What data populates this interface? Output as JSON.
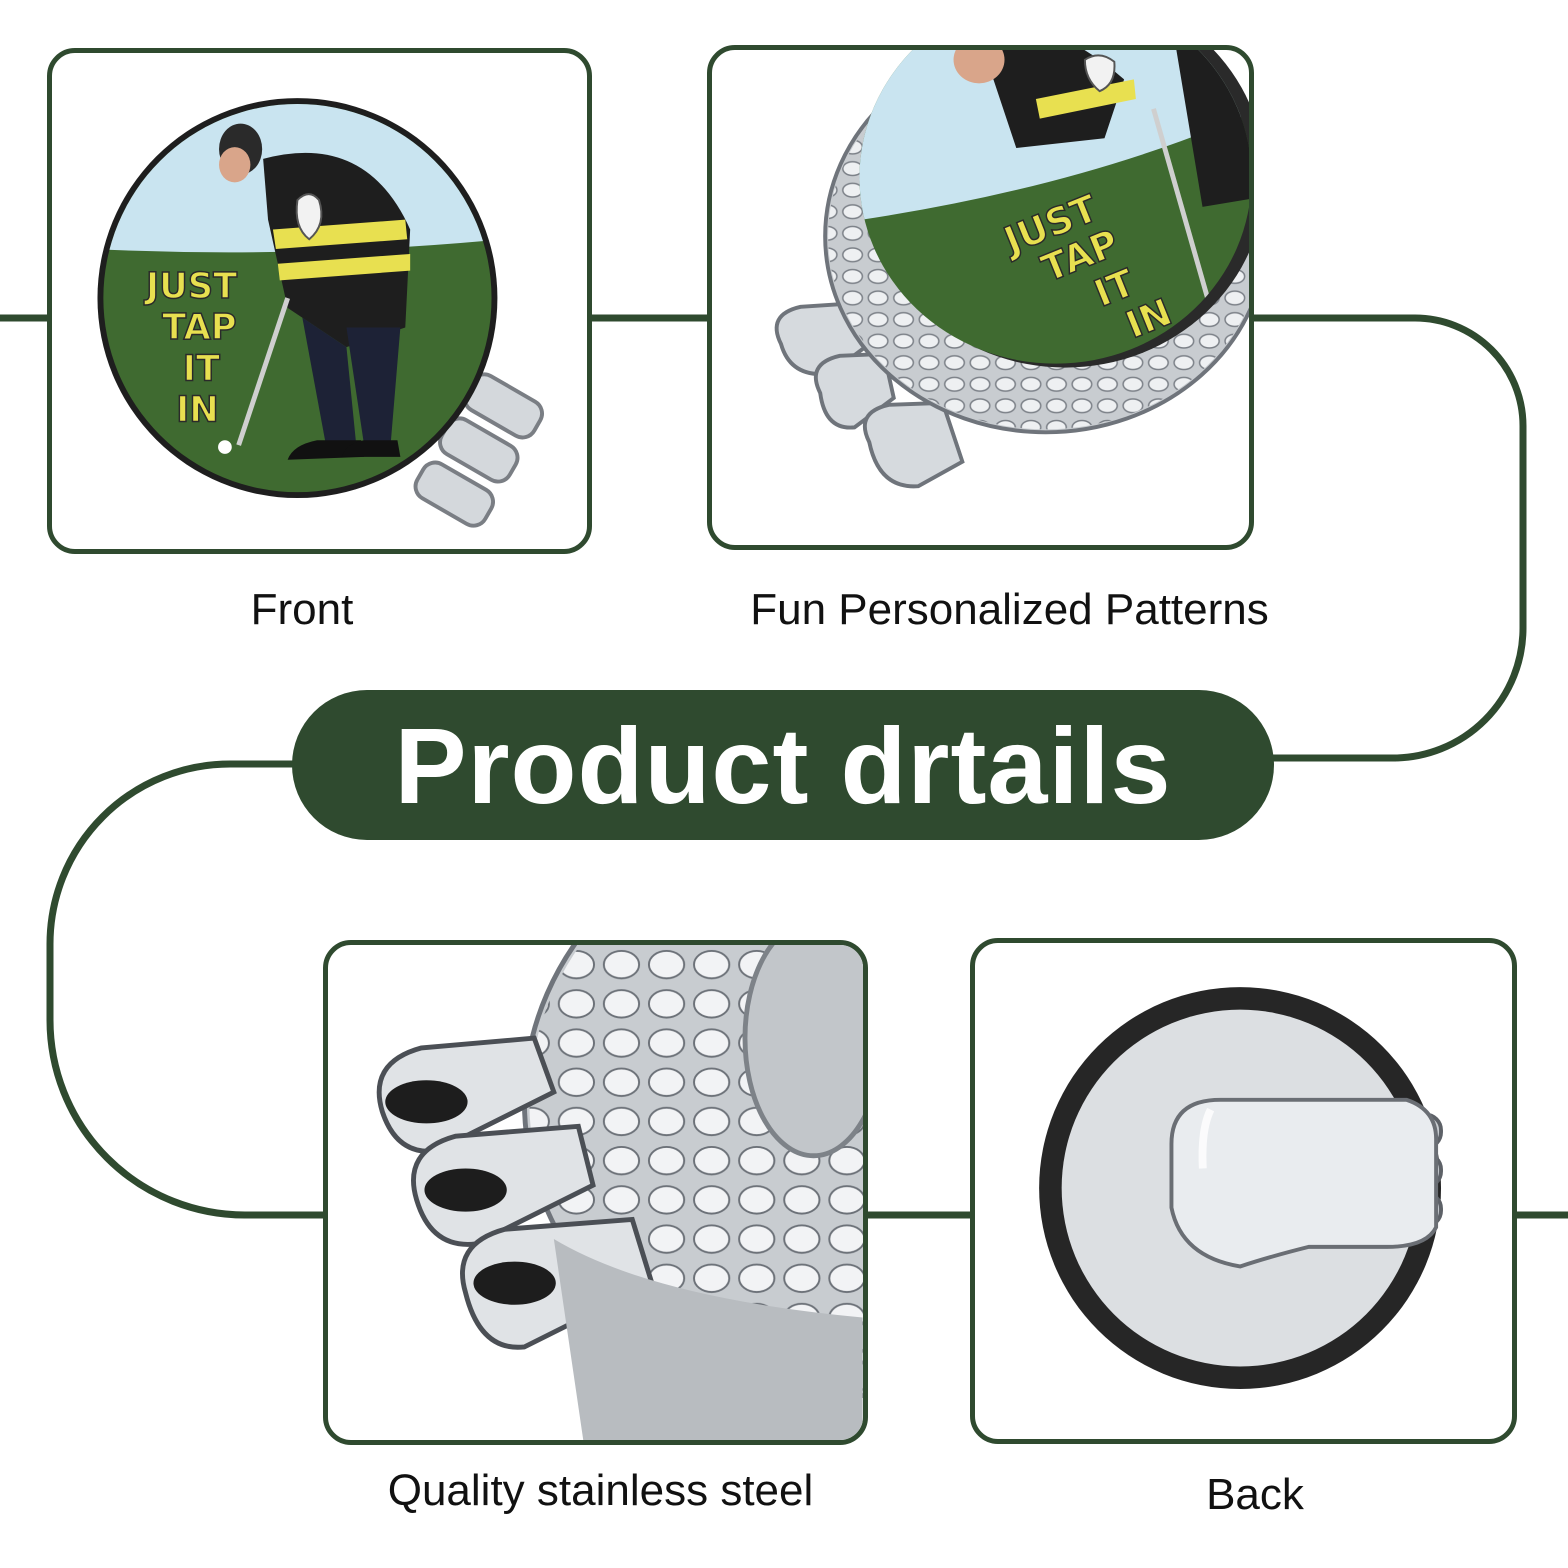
{
  "colors": {
    "accent": "#2f4a2f",
    "enamel_green": "#3f6a30",
    "sky": "#c9e4f0",
    "text_yellow": "#e8e050",
    "metal": "#c8ccd0"
  },
  "banner": {
    "title": "Product drtails"
  },
  "panels": [
    {
      "caption": "Front",
      "artwork_text": [
        "JUST",
        "TAP",
        "IT",
        "IN"
      ]
    },
    {
      "caption": "Fun Personalized Patterns",
      "artwork_text": [
        "JUST",
        "TAP",
        "IT",
        "IN"
      ]
    },
    {
      "caption": "Quality stainless steel"
    },
    {
      "caption": "Back"
    }
  ]
}
